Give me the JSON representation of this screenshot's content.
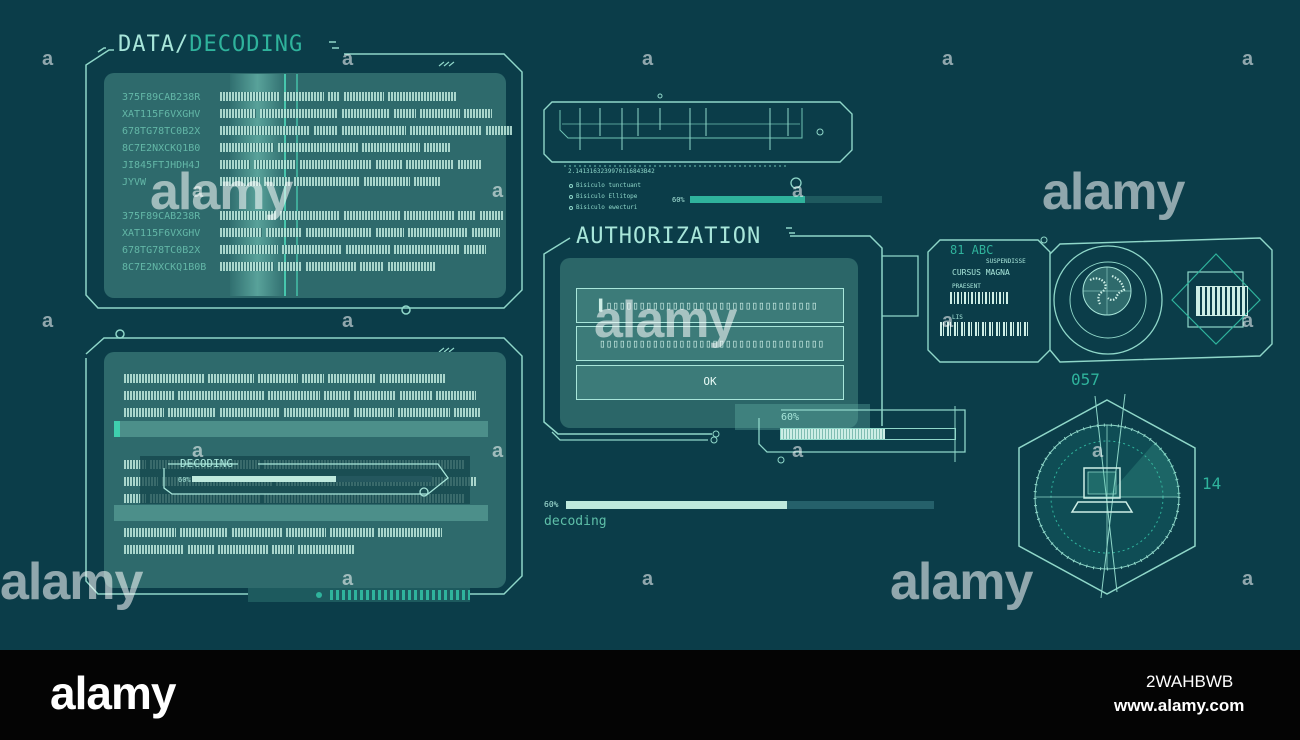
{
  "data_panel": {
    "title_prefix": "DATA/",
    "title_accent": "DECODING",
    "code_lines": [
      "375F89CAB238R",
      "XAT115F6VXGHV",
      "678TG78TC0B2X",
      "8C7E2NXCKQ1B0",
      "JI845FTJHDH4J",
      "JYVW",
      "375F89CAB238R",
      "XAT115F6VXGHV",
      "678TG78TC0B2X",
      "8C7E2NXCKQ1B0B"
    ]
  },
  "decode_panel": {
    "popup_label": "DECODING",
    "popup_progress_label": "60%",
    "popup_progress": 0.6
  },
  "scanner": {
    "small_id": "2.1413163239970116843B42",
    "options": [
      "Bisiculo tunctuant",
      "Bisiculo Ellitope",
      "Bisiculo ewecturi"
    ],
    "progress_label": "60%",
    "progress": 0.6
  },
  "authorization": {
    "title": "AUTHORIZATION",
    "field1_value": "▌▯▯▯▯▯▯▯▯▯▯▯▯▯▯▯▯▯▯▯▯▯▯▯▯▯▯▯▯▯▯▯▯",
    "field2_value": "▯▯▯▯▯▯▯▯▯▯▯▯▯▯▯▯▯▯▯▯▯▯▯▯▯▯▯▯▯▯▯▯▯▯",
    "ok_label": "OK",
    "mini_progress_label": "60%",
    "mini_progress": 0.6
  },
  "decoding_bar": {
    "percent_label": "60%",
    "label": "decoding",
    "progress": 0.6
  },
  "id_card": {
    "code": "81 ABC",
    "sub": "SUSPENDISSE",
    "name": "CURSUS MAGNA",
    "field_label": "PRAESENT",
    "field_label2": "LIS",
    "globe_icon": "globe-icon",
    "chip_icon": "chip-icon"
  },
  "radar": {
    "top_number": "057",
    "side_number": "14",
    "icon": "laptop-icon"
  },
  "watermark": {
    "brand": "alamy",
    "image_id": "2WAHBWB",
    "url": "www.alamy.com"
  }
}
